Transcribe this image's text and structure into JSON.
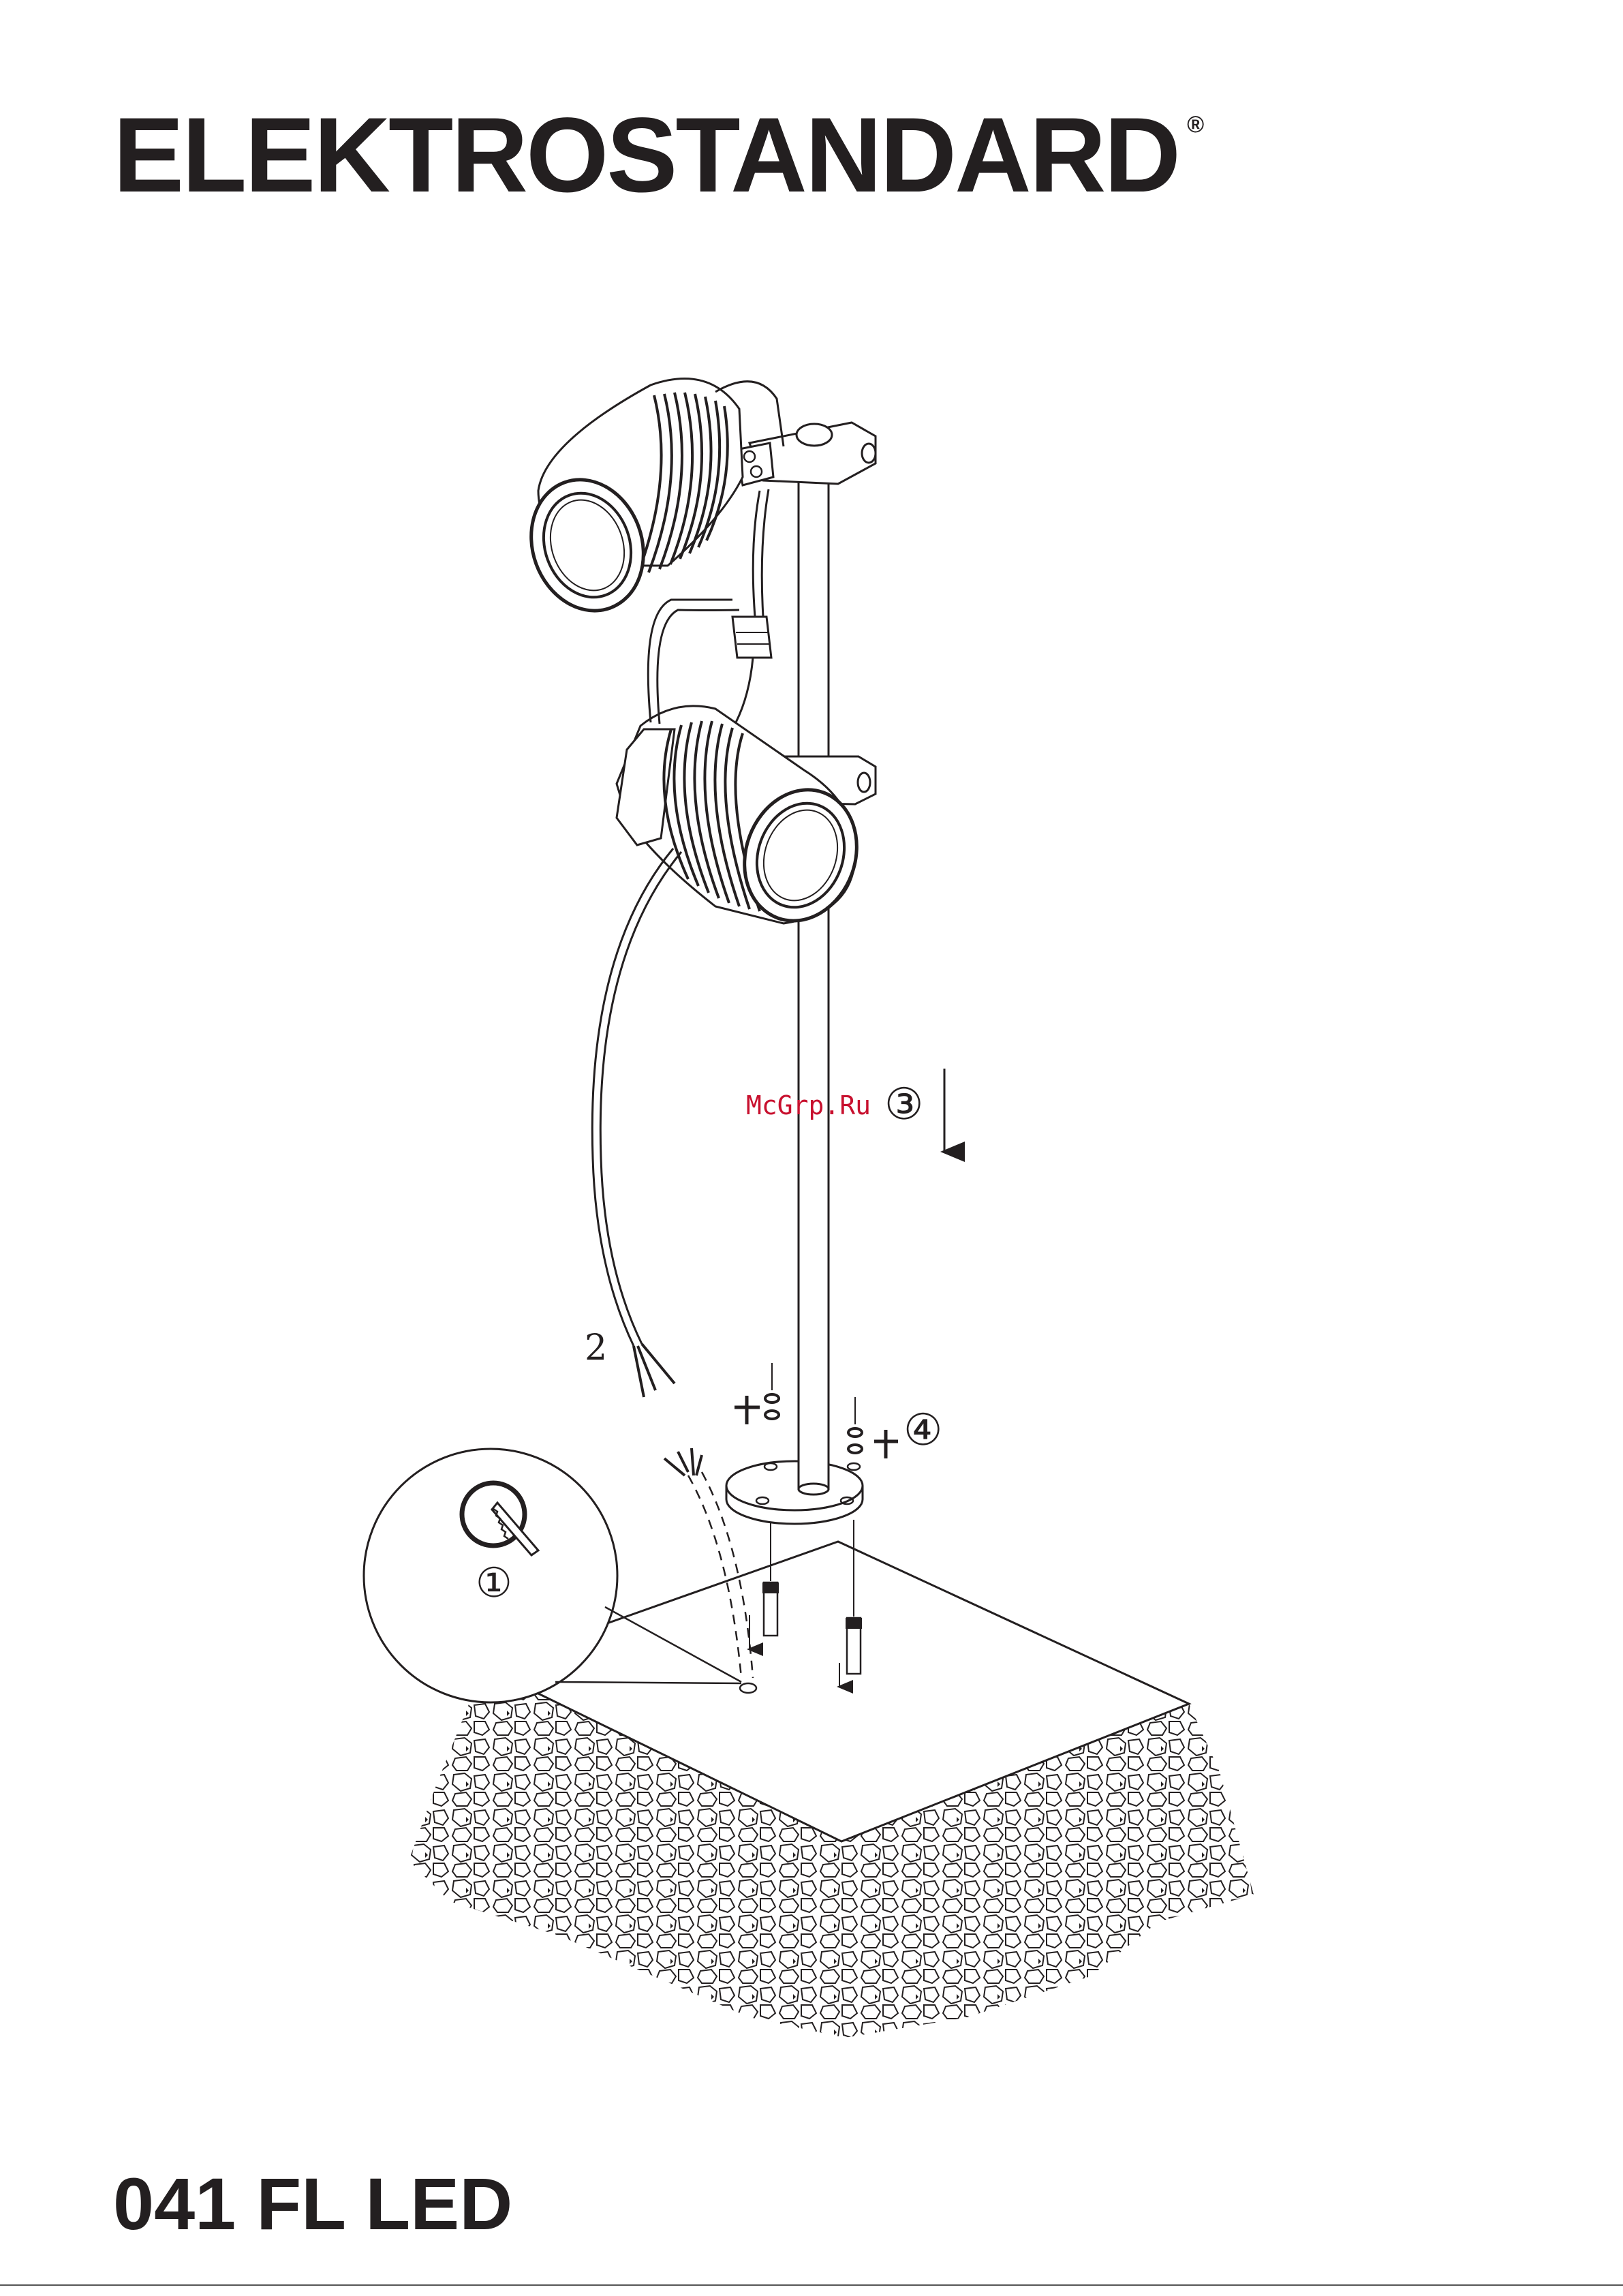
{
  "header": {
    "brand": "ELEKTROSTANDARD",
    "registered_mark": "®"
  },
  "illustration": {
    "step_labels": {
      "step1": "①",
      "step2": "2",
      "step3": "③",
      "step4": "④"
    }
  },
  "watermark": "McGrp.Ru",
  "footer": {
    "model": "041 FL LED"
  },
  "colors": {
    "text": "#231f20",
    "watermark": "#c8102e",
    "line": "#231f20"
  }
}
